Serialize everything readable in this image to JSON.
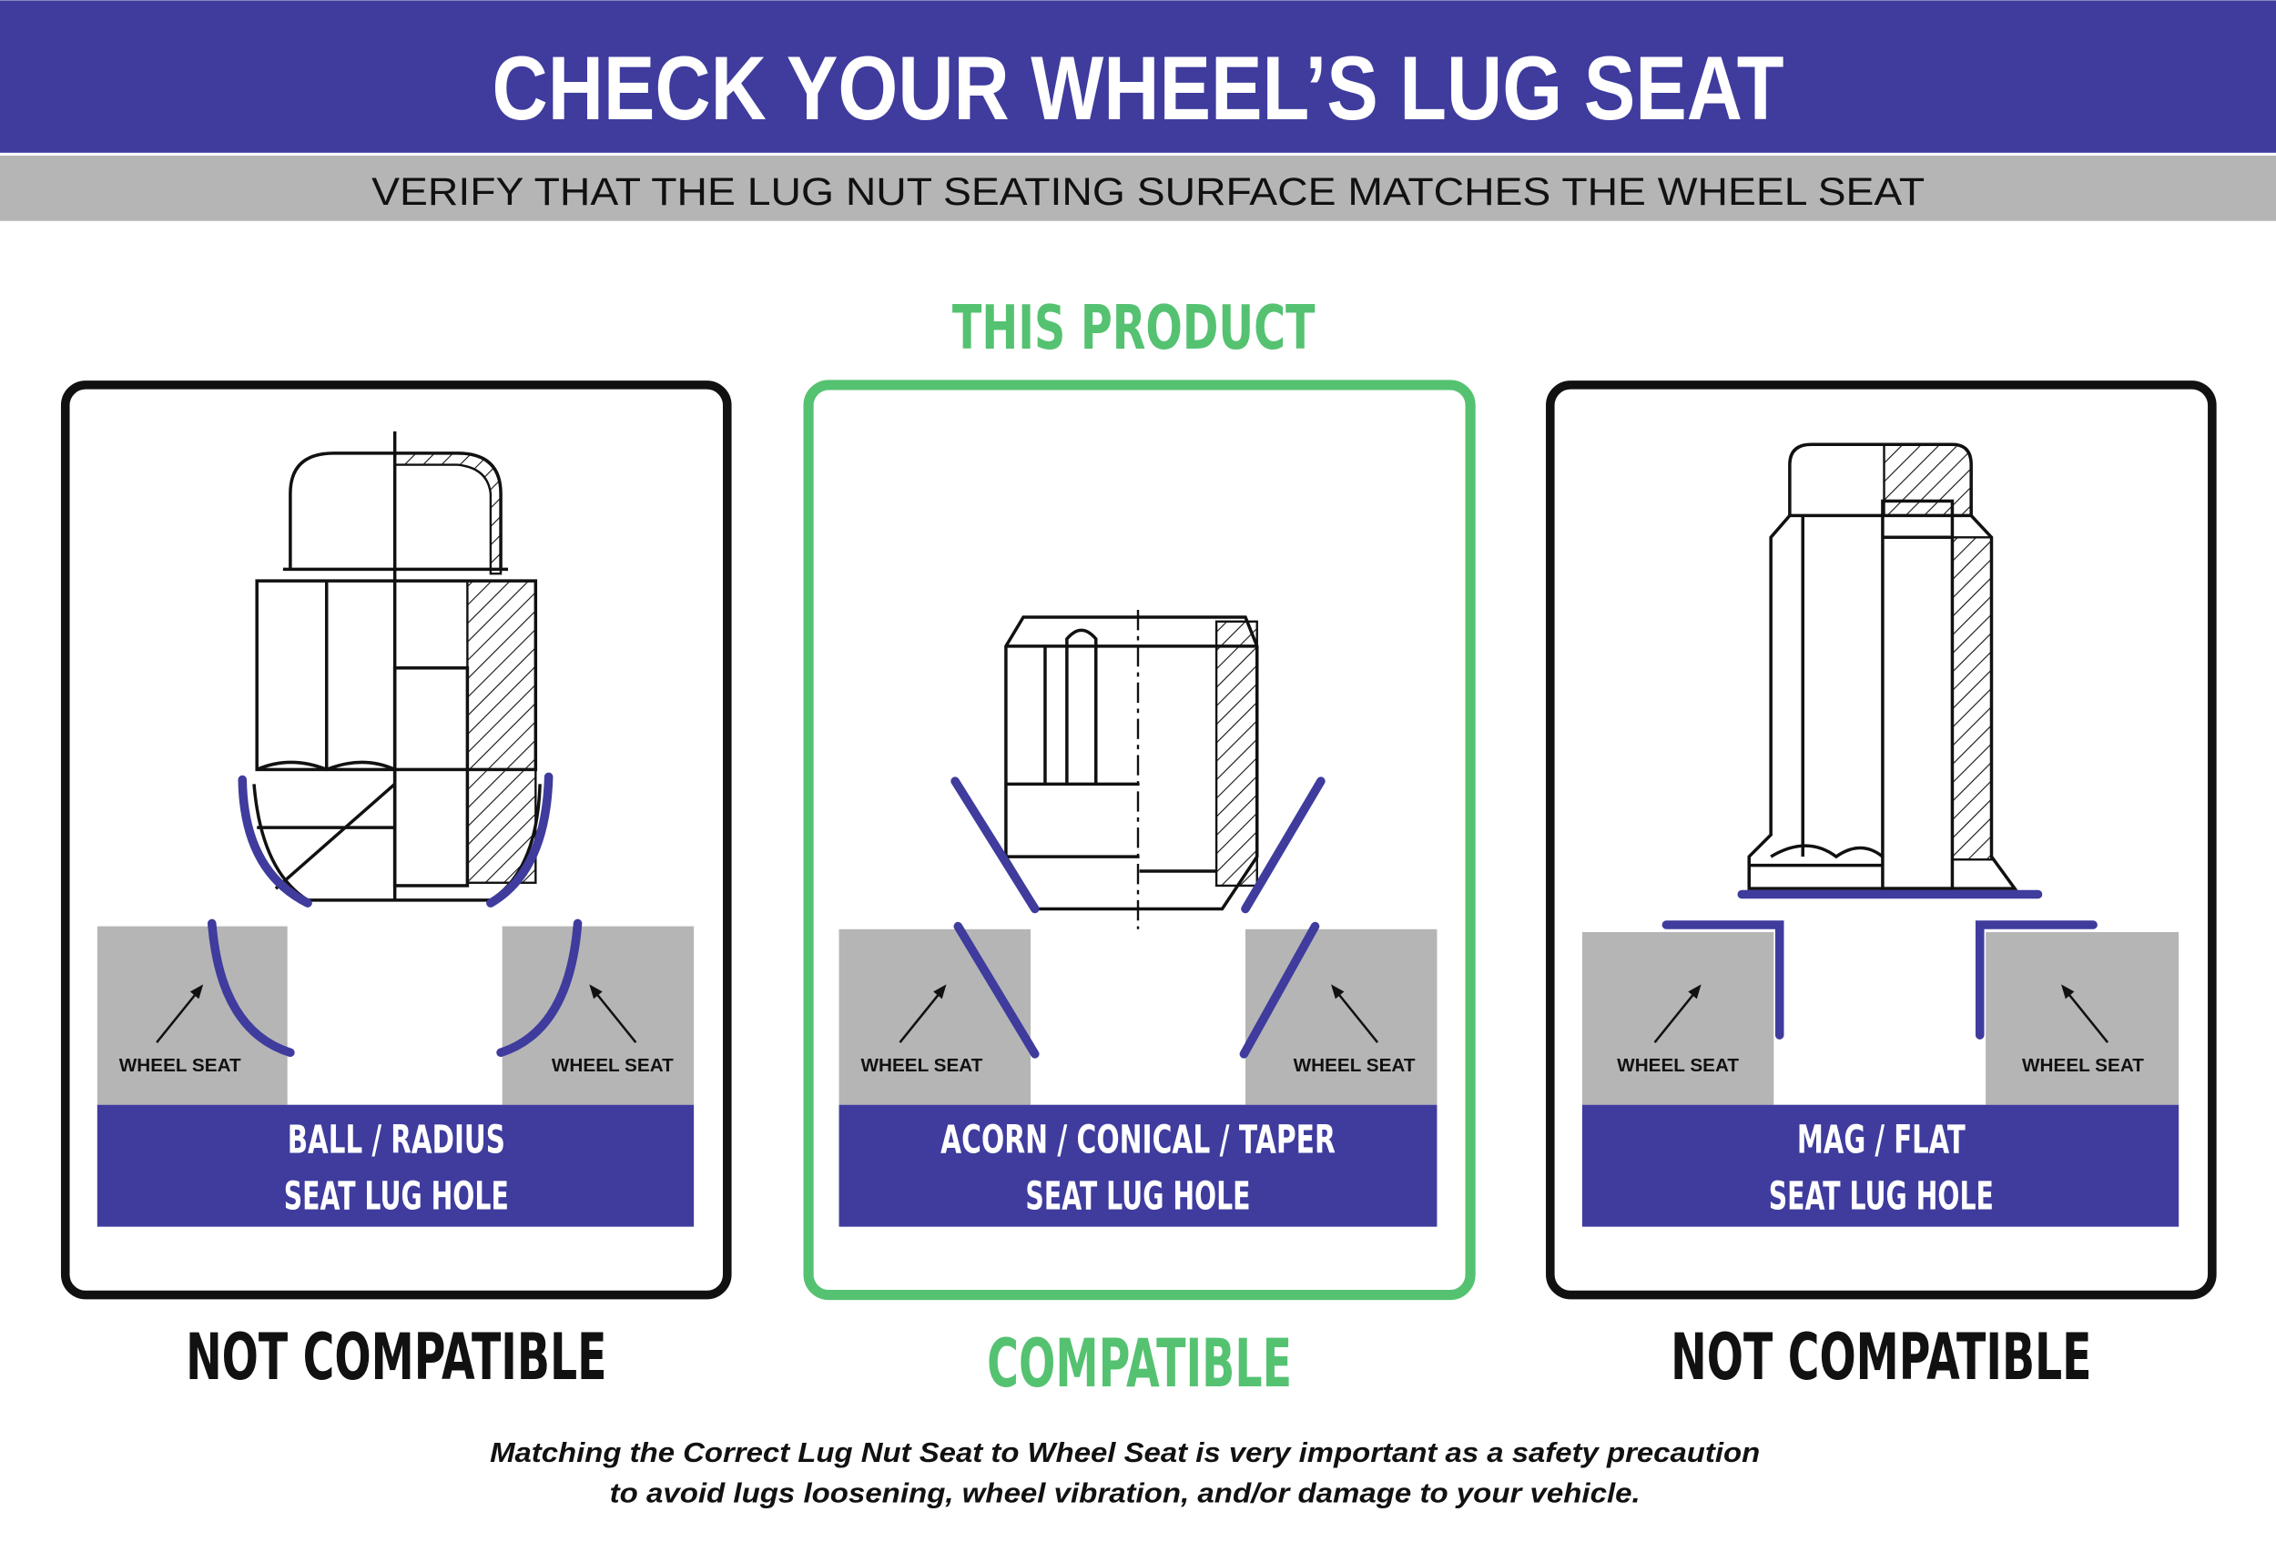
{
  "header": {
    "title": "CHECK YOUR WHEEL’S LUG SEAT",
    "subtitle": "VERIFY THAT THE LUG NUT SEATING SURFACE MATCHES THE WHEEL SEAT"
  },
  "highlight_label": "THIS PRODUCT",
  "panels": [
    {
      "line1": "BALL / RADIUS",
      "line2": "SEAT LUG HOLE",
      "seat_left": "WHEEL SEAT",
      "seat_right": "WHEEL SEAT",
      "verdict": "NOT COMPATIBLE"
    },
    {
      "line1": "ACORN / CONICAL / TAPER",
      "line2": "SEAT LUG HOLE",
      "seat_left": "WHEEL SEAT",
      "seat_right": "WHEEL SEAT",
      "verdict": "COMPATIBLE"
    },
    {
      "line1": "MAG / FLAT",
      "line2": "SEAT LUG HOLE",
      "seat_left": "WHEEL SEAT",
      "seat_right": "WHEEL SEAT",
      "verdict": "NOT COMPATIBLE"
    }
  ],
  "footer": {
    "line1": "Matching the Correct Lug Nut Seat to Wheel Seat is very important as a safety precaution",
    "line2": "to avoid lugs loosening, wheel vibration, and/or damage to your vehicle."
  },
  "colors": {
    "purple": "#3f3c9e",
    "green": "#55c271",
    "gray": "#b5b5b5"
  }
}
